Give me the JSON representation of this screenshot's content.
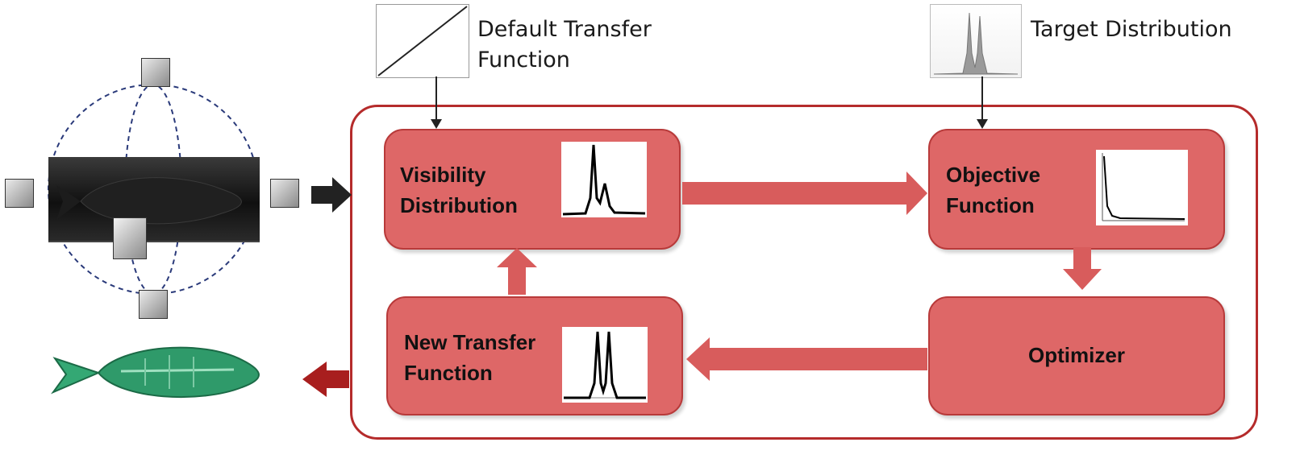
{
  "labels": {
    "default_tf": [
      "Default Transfer",
      "Function"
    ],
    "target": "Target Distribution"
  },
  "boxes": {
    "visibility": [
      "Visibility",
      "Distribution"
    ],
    "objective": [
      "Objective",
      "Function"
    ],
    "new_tf": [
      "New Transfer",
      "Function"
    ],
    "optimizer": "Optimizer"
  },
  "colors": {
    "box_fill": "#de6767",
    "box_border": "#b83a3a",
    "arrow": "#d85c5c",
    "output_arrow": "#a81e1e",
    "outer_frame": "#b52b2b",
    "fish_render": "#2f9a6a"
  }
}
